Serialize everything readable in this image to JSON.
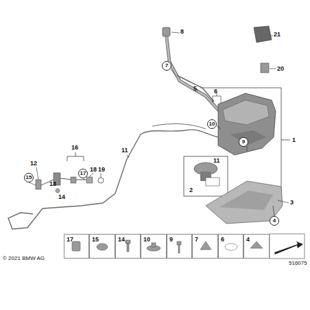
{
  "diagram": {
    "nodes": [
      {
        "text": [
          "7"
        ]
      },
      {
        "text": [
          "10"
        ]
      },
      {
        "text": [
          "9"
        ]
      },
      {
        "text": [
          "17"
        ]
      },
      {
        "text": [
          "15"
        ]
      },
      {
        "text": [
          "4"
        ]
      },
      {
        "text": [
          "17"
        ]
      },
      {
        "text": [
          "15"
        ]
      },
      {
        "text": [
          "14"
        ]
      },
      {
        "text": [
          "10"
        ]
      },
      {
        "text": [
          "9"
        ]
      },
      {
        "text": [
          "7"
        ]
      },
      {
        "text": [
          "6"
        ]
      },
      {
        "text": [
          "4"
        ]
      }
    ],
    "labels": [
      "8",
      "21",
      "20",
      "5",
      "6",
      "16",
      "11",
      "1",
      "12",
      "18",
      "19",
      "2",
      "11",
      "13",
      "14",
      "3",
      "© 2021 BMW AG",
      "516075"
    ]
  }
}
